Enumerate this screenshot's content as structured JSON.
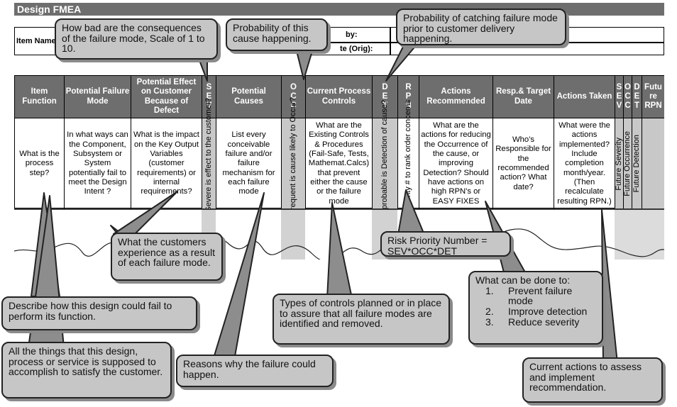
{
  "title": "Design FMEA",
  "info": {
    "item_name": "Item Name",
    "by": "by:",
    "date_orig": "te (Orig):"
  },
  "columns": [
    {
      "header": "Item Function",
      "body": "What is the process step?"
    },
    {
      "header": "Potential Failure Mode",
      "body": "In what ways can the Component, Subsystem or System potentially fail to meet the Design Intent ?"
    },
    {
      "header": "Potential Effect on Customer Because of Defect",
      "body": "What is the impact on the Key Output Variables (customer requirements) or internal requirements?"
    },
    {
      "header": "S E V",
      "body": "How Severe is effect to the customer?"
    },
    {
      "header": "Potential Causes",
      "body": "List every conceivable failure and/or failure mechanism for each failure mode"
    },
    {
      "header": "O C C",
      "body": "How frequent is cause likely to Occur?"
    },
    {
      "header": "Current Process Controls",
      "body": "What are the Existing Controls & Procedures (Fail-Safe, Tests, Mathemat.Calcs) that prevent either the cause or the failure mode"
    },
    {
      "header": "D E T",
      "body": "How probable is Detection of cause?"
    },
    {
      "header": "R P N",
      "body": "Risk Priority # to rank order concerns"
    },
    {
      "header": "Actions Recommended",
      "body": "What are the actions for reducing the Occurrence of the cause, or improving Detection? Should have actions on high RPN's or EASY FIXES"
    },
    {
      "header": "Resp.& Target Date",
      "body": "Who's Responsible for the recommended action? What date?"
    },
    {
      "header": "Actions Taken",
      "body": "What were the actions implemented? Include completion month/year. (Then recalculate resulting RPN.)"
    },
    {
      "header": "S E V",
      "body": "Future Severity"
    },
    {
      "header": "O C C",
      "body": "Future Occurrence"
    },
    {
      "header": "D E T",
      "body": "Future Detection"
    },
    {
      "header": "Futu re RPN",
      "body": ""
    }
  ],
  "callouts": {
    "severity": "How bad are the consequences of the failure mode, Scale of 1 to 10.",
    "occurrence": "Probability of this cause happening.",
    "detection": "Probability of catching failure mode prior to customer delivery happening.",
    "effect": "What the customers experience as a result of each failure mode.",
    "rpn": "Risk Priority Number = SEV*OCC*DET",
    "actions_title": "What can be done to:",
    "actions_list": [
      {
        "n": "1.",
        "t": "Prevent failure mode"
      },
      {
        "n": "2.",
        "t": "Improve detection"
      },
      {
        "n": "3.",
        "t": "Reduce severity"
      }
    ],
    "failure_mode": "Describe how this design could fail to perform its function.",
    "controls": "Types of controls planned or in place to assure that all failure modes are identified and removed.",
    "function": "All the things that this design, process or service is supposed to accomplish to satisfy the customer.",
    "causes": "Reasons why the failure could happen.",
    "current_actions": "Current actions to assess and implement recommendation."
  }
}
